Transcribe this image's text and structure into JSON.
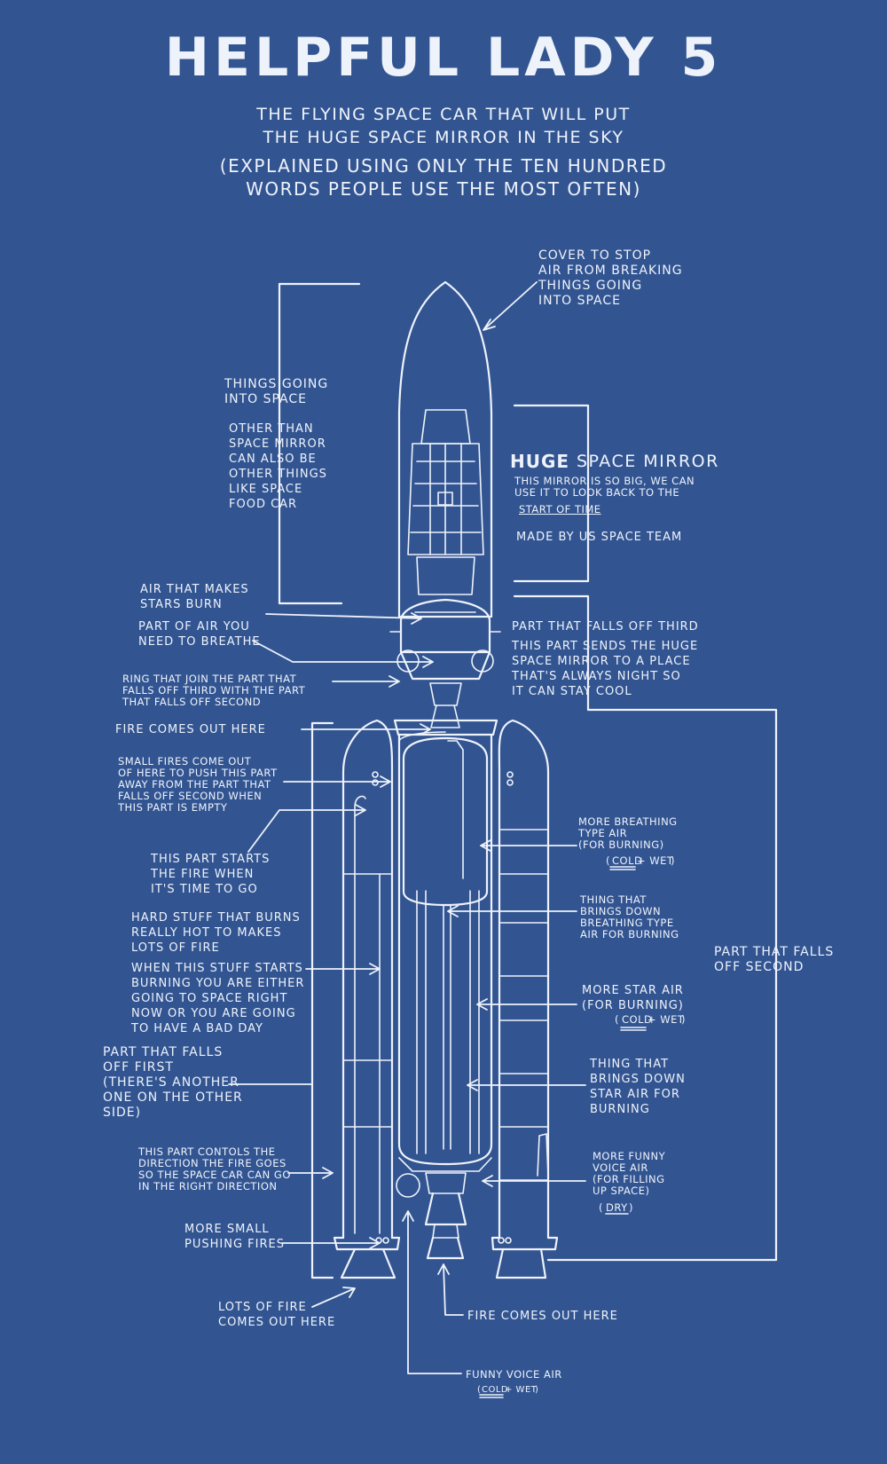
{
  "title": "HELPFUL LADY 5",
  "subtitle_line1": "THE FLYING SPACE CAR THAT WILL PUT",
  "subtitle_line2": "THE HUGE SPACE MIRROR IN THE SKY",
  "explain_line1": "(EXPLAINED USING ONLY THE TEN HUNDRED",
  "explain_line2": "WORDS PEOPLE USE THE MOST OFTEN)",
  "labels": {
    "cover": "COVER TO STOP\nAIR FROM BREAKING\nTHINGS GOING\nINTO SPACE",
    "things_going": "THINGS GOING\nINTO SPACE",
    "other_than": "OTHER THAN\nSPACE MIRROR\nCAN ALSO BE\nOTHER THINGS\nLIKE SPACE\nFOOD CAR",
    "huge_word": "HUGE",
    "space_mirror_word": "SPACE MIRROR",
    "mirror_desc": "THIS MIRROR IS SO BIG, WE CAN\nUSE IT TO LOOK BACK TO THE",
    "start_of_time": "START OF TIME",
    "made_by": "MADE BY US SPACE TEAM",
    "air_stars": "AIR THAT MAKES\nSTARS BURN",
    "air_breathe": "PART OF AIR YOU\nNEED TO BREATHE",
    "ring": "RING THAT JOIN THE PART THAT\nFALLS OFF THIRD WITH THE PART\nTHAT FALLS OFF SECOND",
    "fire_out_upper": "FIRE COMES OUT HERE",
    "falls_third_title": "PART THAT FALLS OFF THIRD",
    "falls_third_desc": "THIS PART SENDS THE HUGE\nSPACE MIRROR TO A PLACE\nTHAT'S ALWAYS NIGHT SO\nIT CAN STAY COOL",
    "small_fires": "SMALL FIRES COME OUT\nOF HERE TO PUSH THIS PART\nAWAY FROM THE PART THAT\nFALLS OFF SECOND WHEN\nTHIS PART IS EMPTY",
    "starts_fire": "THIS PART STARTS\nTHE FIRE WHEN\nIT'S TIME TO GO",
    "more_breathing": "MORE BREATHING\nTYPE AIR\n(FOR BURNING)",
    "cold_wet_1": "COLD",
    "thing_breathing": "THING THAT\nBRINGS DOWN\nBREATHING TYPE\nAIR FOR BURNING",
    "hard_stuff": "HARD STUFF THAT BURNS\nREALLY HOT TO MAKES\nLOTS OF FIRE",
    "when_stuff": "WHEN THIS STUFF STARTS\nBURNING YOU ARE EITHER\nGOING TO SPACE RIGHT\nNOW OR YOU ARE GOING\nTO HAVE A BAD DAY",
    "falls_second": "PART THAT FALLS\nOFF SECOND",
    "more_star_air": "MORE STAR AIR\n(FOR BURNING)",
    "cold_wet_2": "COLD",
    "falls_first": "PART THAT FALLS\nOFF FIRST\n(THERE'S ANOTHER\nONE ON THE OTHER\nSIDE)",
    "thing_star": "THING THAT\nBRINGS DOWN\nSTAR AIR FOR\nBURNING",
    "controls": "THIS PART CONTOLS THE\nDIRECTION THE FIRE GOES\nSO THE SPACE CAR CAN GO\nIN THE RIGHT DIRECTION",
    "funny_voice_fill": "MORE FUNNY\nVOICE AIR\n(FOR FILLING\nUP SPACE)",
    "dry": "DRY",
    "more_small": "MORE SMALL\nPUSHING FIRES",
    "lots_fire": "LOTS OF FIRE\nCOMES OUT HERE",
    "fire_out_lower": "FIRE COMES OUT HERE",
    "funny_voice_air": "FUNNY VOICE AIR",
    "cold_wet_3": "COLD",
    "plus_wet": "+ WET",
    "paren_open": "(",
    "paren_close": ")"
  },
  "colors": {
    "background": "#325591",
    "ink": "#eef2fb"
  }
}
